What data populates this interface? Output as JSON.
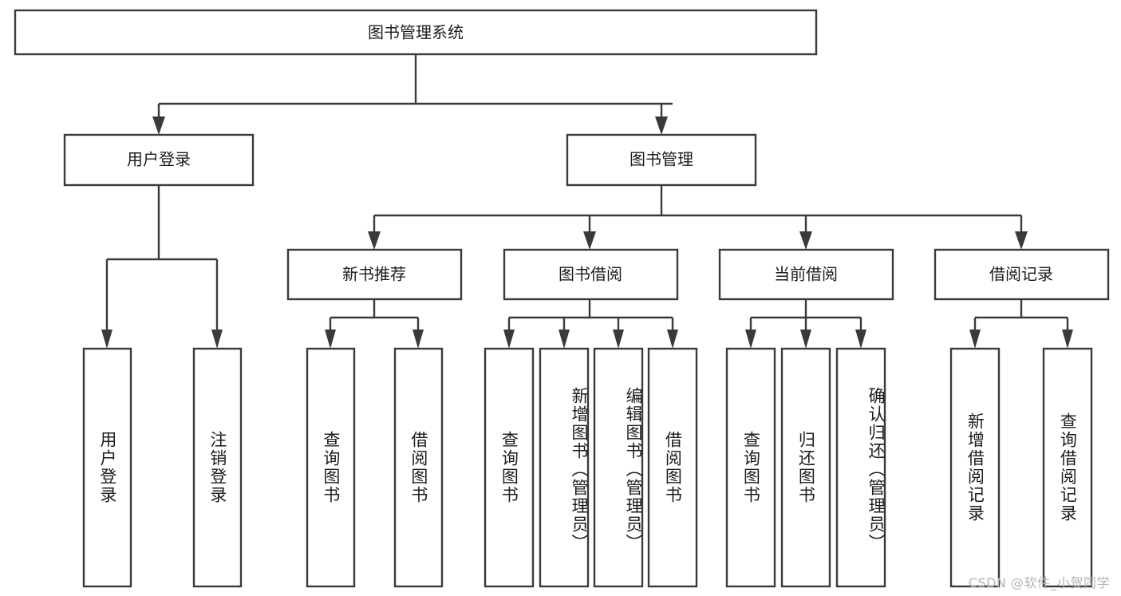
{
  "diagram": {
    "title": "图书管理系统",
    "type": "tree-hierarchy",
    "orientation": "top-down",
    "colors": {
      "box_fill": "#ffffff",
      "box_stroke": "#3a3a3a",
      "text": "#1c1c1c",
      "background": "#ffffff",
      "watermark": "#b4b4b4"
    },
    "root": {
      "label": "图书管理系统"
    },
    "level2": [
      {
        "label": "用户登录"
      },
      {
        "label": "图书管理"
      }
    ],
    "level3": [
      {
        "label": "新书推荐",
        "parent": "图书管理"
      },
      {
        "label": "图书借阅",
        "parent": "图书管理"
      },
      {
        "label": "当前借阅",
        "parent": "图书管理"
      },
      {
        "label": "借阅记录",
        "parent": "图书管理"
      }
    ],
    "leaves": {
      "user_login": [
        {
          "label": "用户登录"
        },
        {
          "label": "注销登录"
        }
      ],
      "new_book_recommend": [
        {
          "label": "查询图书"
        },
        {
          "label": "借阅图书"
        }
      ],
      "book_borrow": [
        {
          "label": "查询图书"
        },
        {
          "label": "新增图书（管理员）"
        },
        {
          "label": "编辑图书（管理员）"
        },
        {
          "label": "借阅图书"
        }
      ],
      "current_borrow": [
        {
          "label": "查询图书"
        },
        {
          "label": "归还图书"
        },
        {
          "label": "确认归还（管理员）"
        }
      ],
      "borrow_record": [
        {
          "label": "新增借阅记录"
        },
        {
          "label": "查询借阅记录"
        }
      ]
    }
  },
  "watermark": {
    "text": "CSDN @软件_小贺同学"
  }
}
